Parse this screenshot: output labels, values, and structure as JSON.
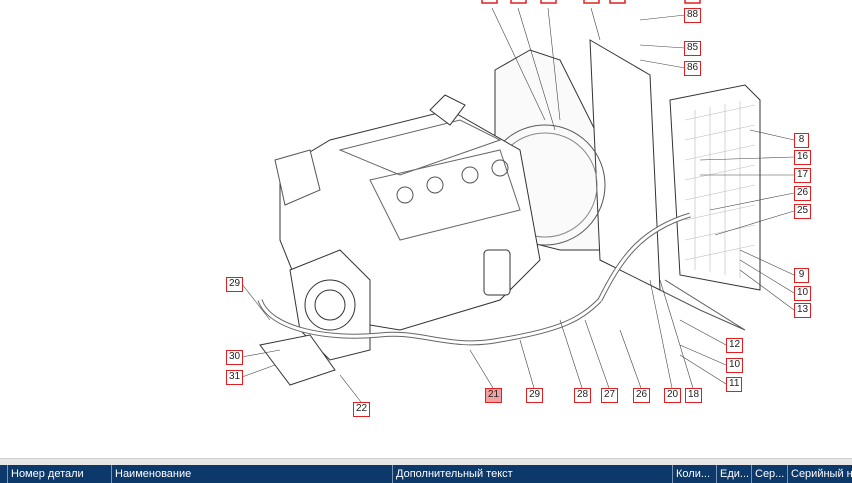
{
  "diagram": {
    "callouts": [
      "88",
      "85",
      "86",
      "8",
      "16",
      "17",
      "26",
      "25",
      "9",
      "10",
      "13",
      "12",
      "10",
      "11",
      "29",
      "30",
      "31",
      "22",
      "21",
      "29",
      "28",
      "27",
      "26",
      "20",
      "18"
    ],
    "selected_callout": "21"
  },
  "table": {
    "columns": [
      "Номер детали",
      "Наименование",
      "Дополнительный текст",
      "Коли...",
      "Еди...",
      "Сер...",
      "Серийный н"
    ]
  },
  "colors": {
    "header_bg": "#0d386a",
    "callout_border": "#e02020",
    "selected_fill": "#f4a0a0"
  }
}
